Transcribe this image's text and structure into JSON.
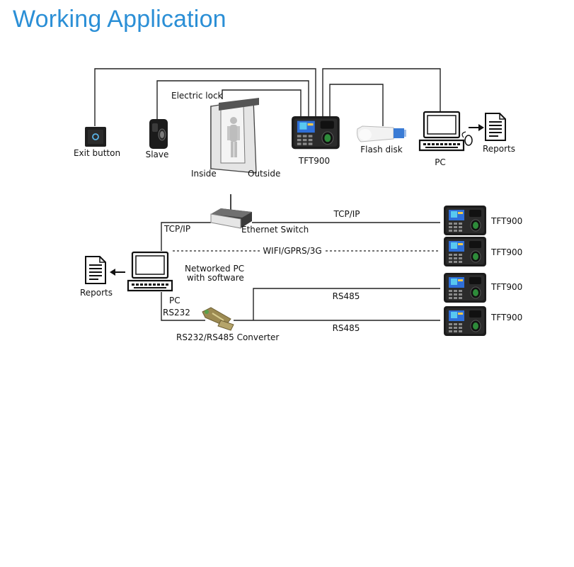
{
  "title": "Working Application",
  "top": {
    "exit_button": "Exit button",
    "slave": "Slave",
    "electric_lock": "Electric lock",
    "inside": "Inside",
    "outside": "Outside",
    "terminal": "TFT900",
    "flash_disk": "Flash disk",
    "pc": "PC",
    "reports": "Reports"
  },
  "network": {
    "tcpip_left": "TCP/IP",
    "ethernet_switch": "Ethernet Switch",
    "tcpip_line": "TCP/IP",
    "wifi_line": "WIFI/GPRS/3G",
    "networked_pc_line1": "Networked PC",
    "networked_pc_line2": "with software",
    "pc": "PC",
    "reports": "Reports",
    "rs232": "RS232",
    "converter": "RS232/RS485 Converter",
    "rs485_line1": "RS485",
    "rs485_line2": "RS485",
    "terminals": [
      "TFT900",
      "TFT900",
      "TFT900",
      "TFT900"
    ]
  }
}
